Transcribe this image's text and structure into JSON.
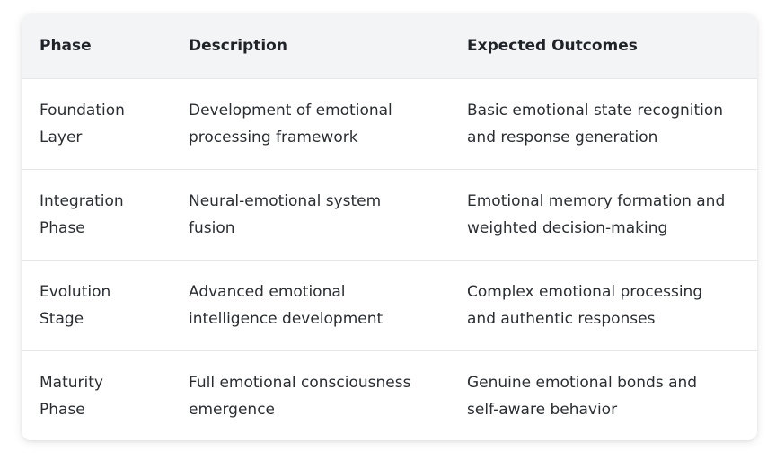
{
  "table": {
    "headers": [
      "Phase",
      "Description",
      "Expected Outcomes"
    ],
    "rows": [
      {
        "phase_line1": "Foundation",
        "phase_line2": "Layer",
        "description_line1": "Development of emotional",
        "description_line2": "processing framework",
        "outcome_line1": "Basic emotional state recognition",
        "outcome_line2": "and response generation"
      },
      {
        "phase_line1": "Integration",
        "phase_line2": "Phase",
        "description_line1": "Neural-emotional system",
        "description_line2": "fusion",
        "outcome_line1": "Emotional memory formation and",
        "outcome_line2": "weighted decision-making"
      },
      {
        "phase_line1": "Evolution",
        "phase_line2": "Stage",
        "description_line1": "Advanced emotional",
        "description_line2": "intelligence development",
        "outcome_line1": "Complex emotional processing",
        "outcome_line2": "and authentic responses"
      },
      {
        "phase_line1": "Maturity",
        "phase_line2": "Phase",
        "description_line1": "Full emotional consciousness",
        "description_line2": "emergence",
        "outcome_line1": "Genuine emotional bonds and",
        "outcome_line2": "self-aware behavior"
      }
    ]
  },
  "colors": {
    "header_background": "#f3f4f6",
    "row_divider": "#e6e7ea",
    "text": "#1f2328"
  }
}
